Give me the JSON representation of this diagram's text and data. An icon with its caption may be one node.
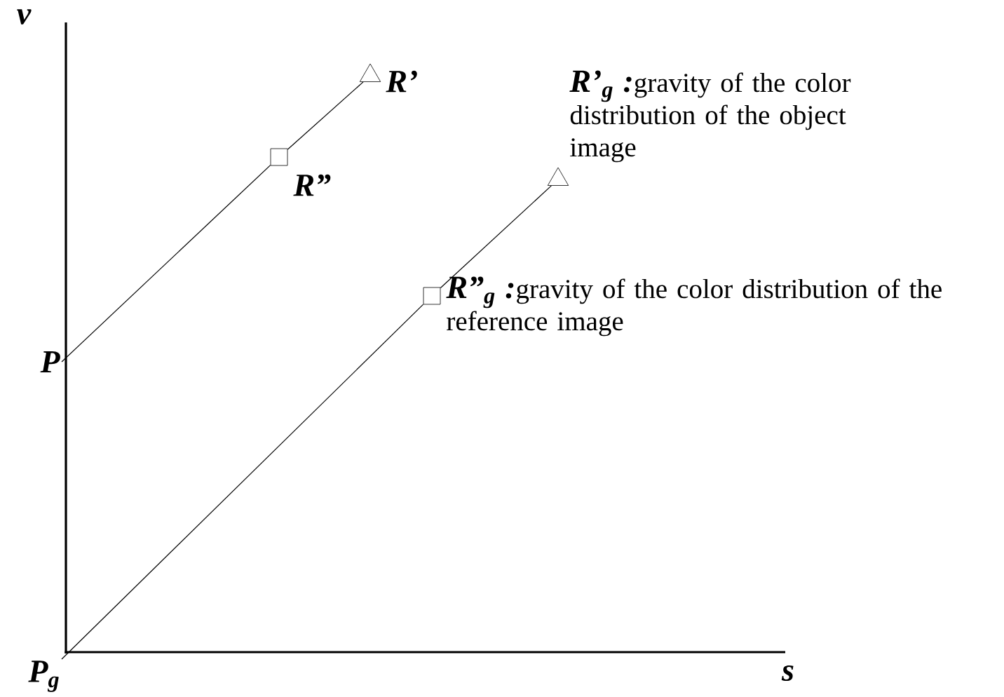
{
  "diagram": {
    "nodes": [
      {
        "text": [
          "P"
        ]
      },
      {
        "text": [
          "P$_{g}$"
        ]
      },
      {
        "text": [],
        "shape": "box",
        "beside": [
          "R”"
        ]
      },
      {
        "text": [],
        "shape": "triangle",
        "beside": [
          "R’"
        ]
      },
      {
        "text": [],
        "shape": "box",
        "beside": [
          "R”$_{g}$ :",
          "gravity of the color distribution of the reference image"
        ]
      },
      {
        "text": [],
        "shape": "triangle",
        "beside": [
          "R’$_{g}$ :",
          "gravity of the color distribution of the object image"
        ]
      }
    ],
    "edges": [
      {
        "from": 0,
        "to": 2,
        "arrow": "none"
      },
      {
        "from": 2,
        "to": 3,
        "arrow": "none"
      },
      {
        "from": 1,
        "to": 4,
        "arrow": "none"
      },
      {
        "from": 4,
        "to": 5,
        "arrow": "none"
      }
    ],
    "labels": [
      "v",
      "s"
    ]
  }
}
